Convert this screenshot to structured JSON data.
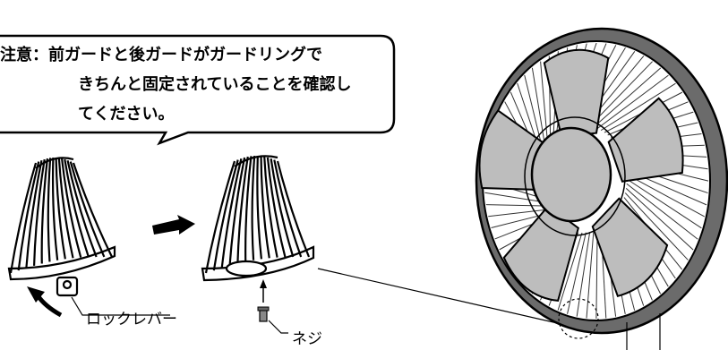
{
  "note": {
    "line1": "注意：前ガードと後ガードがガードリングで",
    "line2": "きちんと固定されていることを確認し",
    "line3": "てください。"
  },
  "labels": {
    "lock_lever": "ロックレバー",
    "screw": "ネジ"
  },
  "colors": {
    "outline": "#000000",
    "blade_fill": "#bdbdbd",
    "ring_fill": "#6b6b6b",
    "background": "#ffffff"
  }
}
